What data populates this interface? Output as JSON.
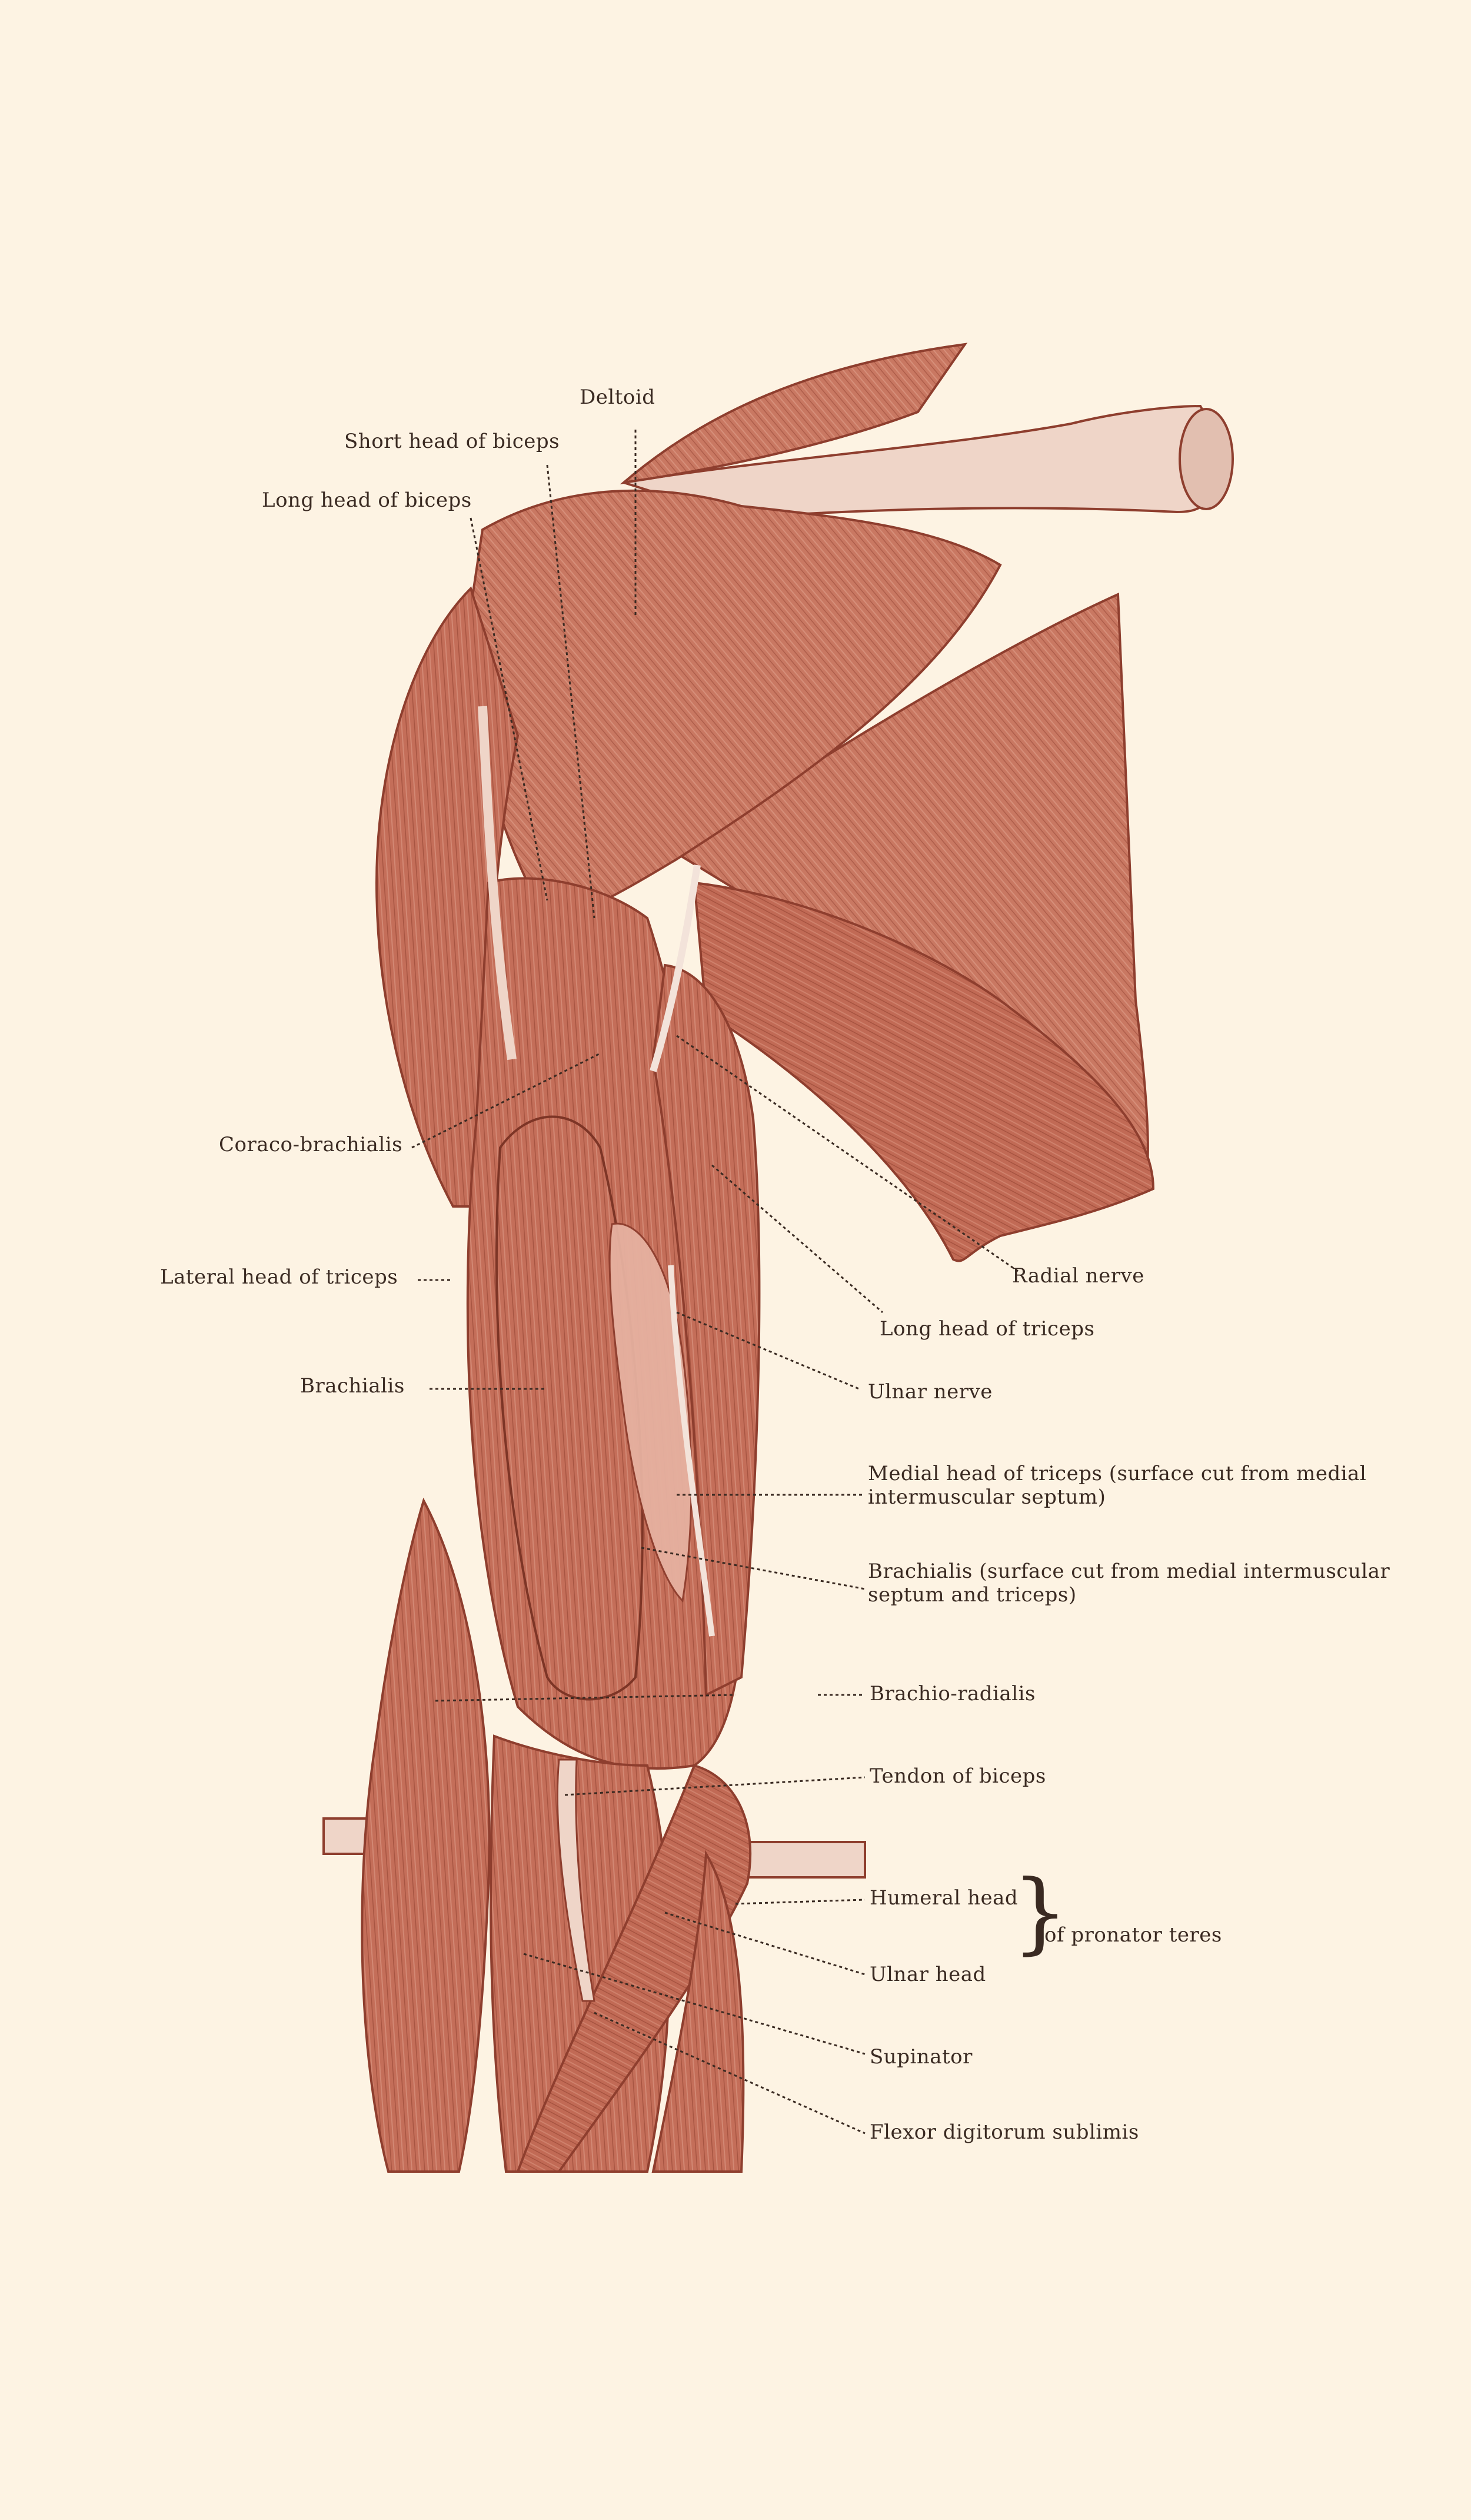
{
  "labels": {
    "deltoid": "Deltoid",
    "short_head_biceps": "Short head of biceps",
    "long_head_biceps": "Long head of biceps",
    "coraco_brachialis": "Coraco-brachialis",
    "lateral_head_triceps": "Lateral head of triceps",
    "brachialis": "Brachialis",
    "radial_nerve": "Radial nerve",
    "long_head_triceps": "Long head of triceps",
    "ulnar_nerve": "Ulnar nerve",
    "medial_head_triceps_1": "Medial head of triceps (surface cut from medial",
    "medial_head_triceps_2": "intermuscular septum)",
    "brachialis_cut_1": "Brachialis (surface cut from medial intermuscular",
    "brachialis_cut_2": "septum and triceps)",
    "brachio_radialis": "Brachio-radialis",
    "tendon_biceps": "Tendon of biceps",
    "humeral_head": "Humeral head",
    "ulnar_head": "Ulnar head",
    "of_pronator_teres": "of pronator teres",
    "supinator": "Supinator",
    "flexor_digitorum": "Flexor digitorum sublimis"
  },
  "colors": {
    "background": "#fdf3e3",
    "muscle": "#c8735e",
    "muscle_dark": "#8e3e2e",
    "muscle_light": "#e2a28e",
    "tendon": "#efd5c8",
    "text": "#3a2a22"
  }
}
